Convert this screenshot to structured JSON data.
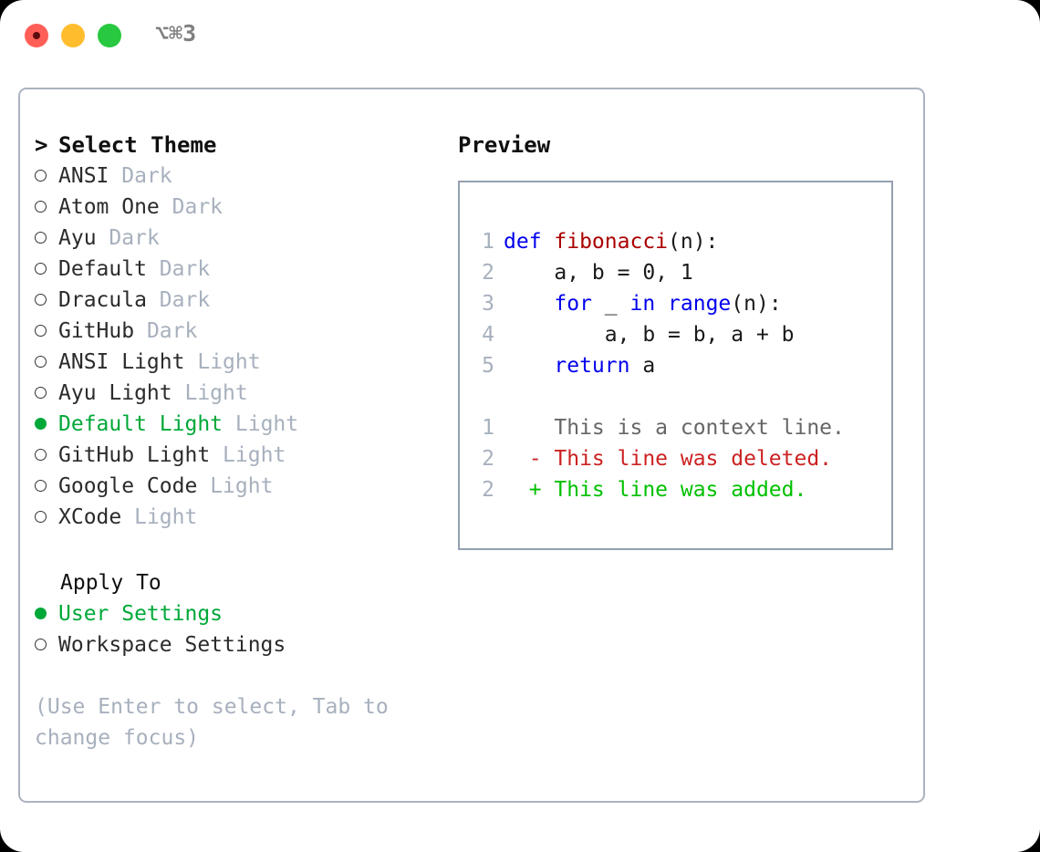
{
  "window": {
    "title": "⌥⌘3",
    "traffic_lights": [
      "close",
      "minimize",
      "maximize"
    ],
    "colors": {
      "close": "#ff5f57",
      "minimize": "#ffbd2e",
      "maximize": "#28c840",
      "selected_green": "#00a838",
      "muted": "#a7b0bd",
      "keyword_blue": "#0000ee",
      "function_red": "#aa0000",
      "diff_deleted": "#cc2222",
      "diff_added": "#00c000",
      "panel_border": "#aab3bf",
      "preview_border": "#94a0b0"
    }
  },
  "theme_picker": {
    "prompt_marker": ">",
    "title": "Select Theme",
    "selected_marker": "●",
    "unselected_marker": "○",
    "items": [
      {
        "name": "ANSI",
        "kind": "Dark",
        "selected": false
      },
      {
        "name": "Atom One",
        "kind": "Dark",
        "selected": false
      },
      {
        "name": "Ayu",
        "kind": "Dark",
        "selected": false
      },
      {
        "name": "Default",
        "kind": "Dark",
        "selected": false
      },
      {
        "name": "Dracula",
        "kind": "Dark",
        "selected": false
      },
      {
        "name": "GitHub",
        "kind": "Dark",
        "selected": false
      },
      {
        "name": "ANSI Light",
        "kind": "Light",
        "selected": false
      },
      {
        "name": "Ayu Light",
        "kind": "Light",
        "selected": false
      },
      {
        "name": "Default Light",
        "kind": "Light",
        "selected": true
      },
      {
        "name": "GitHub Light",
        "kind": "Light",
        "selected": false
      },
      {
        "name": "Google Code",
        "kind": "Light",
        "selected": false
      },
      {
        "name": "XCode",
        "kind": "Light",
        "selected": false
      }
    ]
  },
  "apply_to": {
    "title": "Apply To",
    "options": [
      {
        "label": "User Settings",
        "selected": true
      },
      {
        "label": "Workspace Settings",
        "selected": false
      }
    ]
  },
  "hint": "(Use Enter to select, Tab to change focus)",
  "preview": {
    "title": "Preview",
    "code_lines": [
      {
        "num": "1",
        "segments": [
          {
            "text": "def ",
            "style": "kw"
          },
          {
            "text": "fibonacci",
            "style": "fn"
          },
          {
            "text": "(n):",
            "style": "plain"
          }
        ]
      },
      {
        "num": "2",
        "segments": [
          {
            "text": "    a, b = 0, 1",
            "style": "plain"
          }
        ]
      },
      {
        "num": "3",
        "segments": [
          {
            "text": "    ",
            "style": "plain"
          },
          {
            "text": "for ",
            "style": "kw"
          },
          {
            "text": "_ ",
            "style": "plain"
          },
          {
            "text": "in ",
            "style": "kw"
          },
          {
            "text": "range",
            "style": "kw"
          },
          {
            "text": "(n):",
            "style": "plain"
          }
        ]
      },
      {
        "num": "4",
        "segments": [
          {
            "text": "        a, b = b, a + b",
            "style": "plain"
          }
        ]
      },
      {
        "num": "5",
        "segments": [
          {
            "text": "    ",
            "style": "plain"
          },
          {
            "text": "return ",
            "style": "kw"
          },
          {
            "text": "a",
            "style": "plain"
          }
        ]
      }
    ],
    "diff_lines": [
      {
        "num": "1",
        "sign": " ",
        "text": "This is a context line.",
        "style": "ctx"
      },
      {
        "num": "2",
        "sign": "-",
        "text": "This line was deleted.",
        "style": "del"
      },
      {
        "num": "2",
        "sign": "+",
        "text": "This line was added.",
        "style": "add"
      }
    ]
  }
}
